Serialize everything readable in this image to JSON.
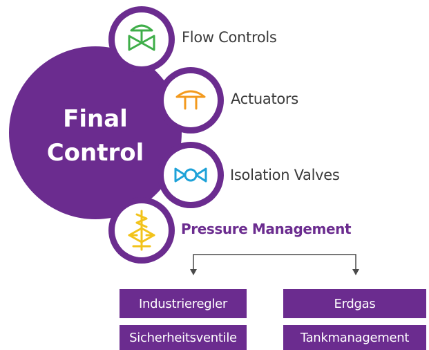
{
  "title": {
    "line1": "Final",
    "line2": "Control"
  },
  "items": [
    {
      "label": "Flow Controls",
      "icon": "flow-control-valve-icon",
      "color": "#3fae49"
    },
    {
      "label": "Actuators",
      "icon": "actuator-icon",
      "color": "#f39a1e"
    },
    {
      "label": "Isolation Valves",
      "icon": "isolation-valve-icon",
      "color": "#1ea2d8"
    },
    {
      "label": "Pressure Management",
      "icon": "pressure-regulator-icon",
      "color": "#f2c31b"
    }
  ],
  "sub_items": {
    "left": [
      "Industrieregler",
      "Sicherheitsventile"
    ],
    "right": [
      "Erdgas",
      "Tankmanagement"
    ]
  },
  "colors": {
    "brand_purple": "#6b2c8f",
    "white": "#ffffff",
    "text_gray": "#3a3a3a",
    "arrow": "#4a4a4a"
  }
}
